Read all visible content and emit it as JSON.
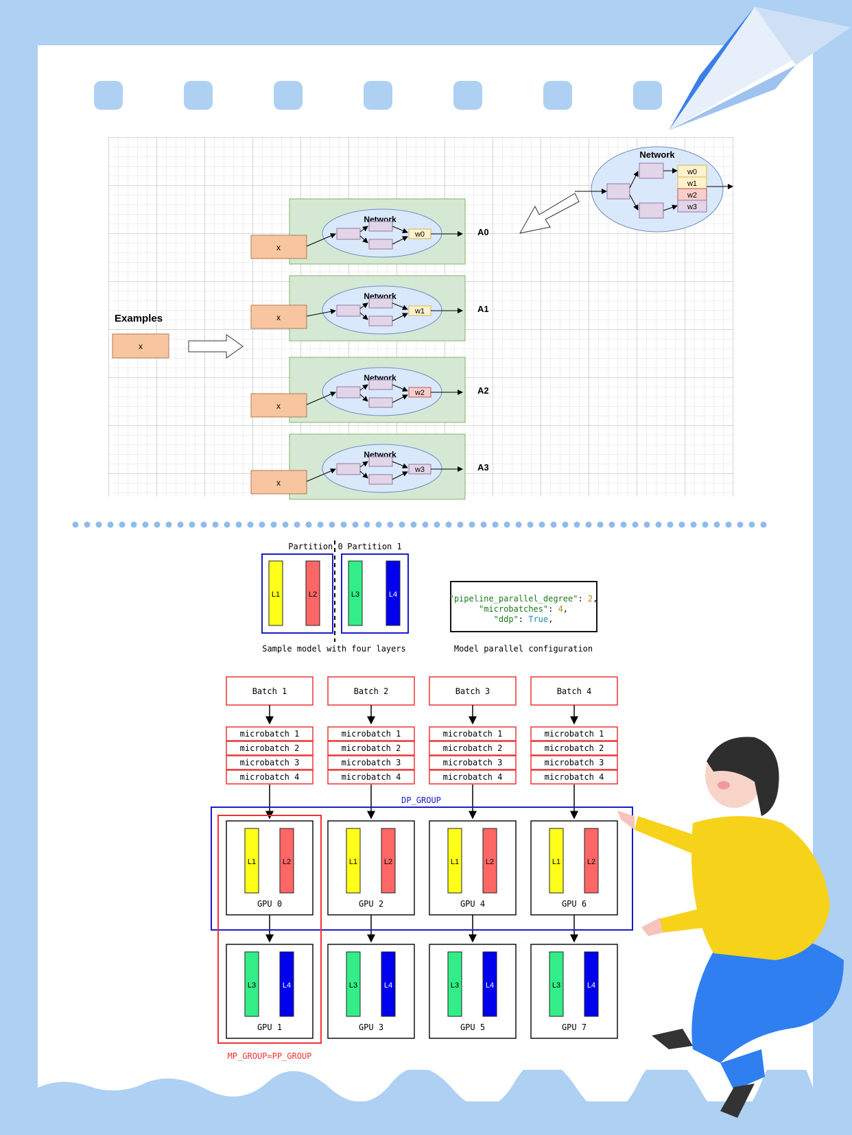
{
  "top_diagram": {
    "examples_label": "Examples",
    "input_label": "x",
    "network_label": "Network",
    "weights": [
      "w0",
      "w1",
      "w2",
      "w3"
    ],
    "outputs": [
      "A0",
      "A1",
      "A2",
      "A3"
    ]
  },
  "partitions": {
    "p0": "Partition 0",
    "p1": "Partition 1",
    "layers": [
      "L1",
      "L2",
      "L3",
      "L4"
    ],
    "caption_left": "Sample model with four layers",
    "caption_right": "Model parallel configuration"
  },
  "config": {
    "line1_key": "\"pipeline_parallel_degree\"",
    "line1_val": "2",
    "line2_key": "\"microbatches\"",
    "line2_val": "4",
    "line3_key": "\"ddp\"",
    "line3_val": "True"
  },
  "batches": [
    "Batch 1",
    "Batch 2",
    "Batch 3",
    "Batch 4"
  ],
  "microbatches": [
    "microbatch 1",
    "microbatch 2",
    "microbatch 3",
    "microbatch 4"
  ],
  "dp_group_label": "DP_GROUP",
  "mp_group_label": "MP_GROUP=PP_GROUP",
  "gpus_top": [
    "GPU 0",
    "GPU 2",
    "GPU 4",
    "GPU 6"
  ],
  "gpus_bottom": [
    "GPU 1",
    "GPU 3",
    "GPU 5",
    "GPU 7"
  ],
  "colors": {
    "background": "#aed0f3",
    "input_box": "#f7c59f",
    "replica_box": "#d5e8d4",
    "network_ellipse": "#dae8fc",
    "layer_yellow": "#ffff1a",
    "layer_red": "#ff6666",
    "layer_green": "#33ee88",
    "layer_blue": "#0000ee",
    "dp_blue": "#1a1acc",
    "mp_red": "#ee3333"
  }
}
